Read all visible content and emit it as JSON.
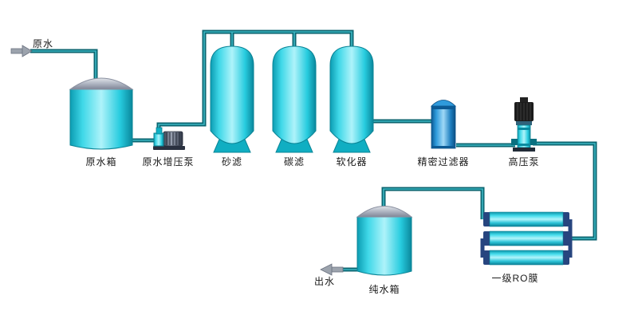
{
  "diagram": {
    "labels": {
      "raw_water": "原水",
      "raw_water_tank": "原水箱",
      "booster_pump": "原水增压泵",
      "sand_filter": "砂滤",
      "carbon_filter": "碳滤",
      "softener": "软化器",
      "precision_filter": "精密过滤器",
      "high_pressure_pump": "高压泵",
      "ro_membrane": "一级RO膜",
      "pure_water_tank": "纯水箱",
      "water_outlet": "出水"
    },
    "colors": {
      "pipe": "#0b6570",
      "pipe_highlight": "#3db6c2",
      "vessel_cyan": "#18cbe0",
      "tank_dome_gray": "#aab0be",
      "precision_filter_blue": "#2f9bdc",
      "ro_end_cap": "#27457f",
      "motor_black": "#1c1c1c",
      "arrow_gray": "#9ca3ad",
      "background": "#ffffff"
    }
  }
}
